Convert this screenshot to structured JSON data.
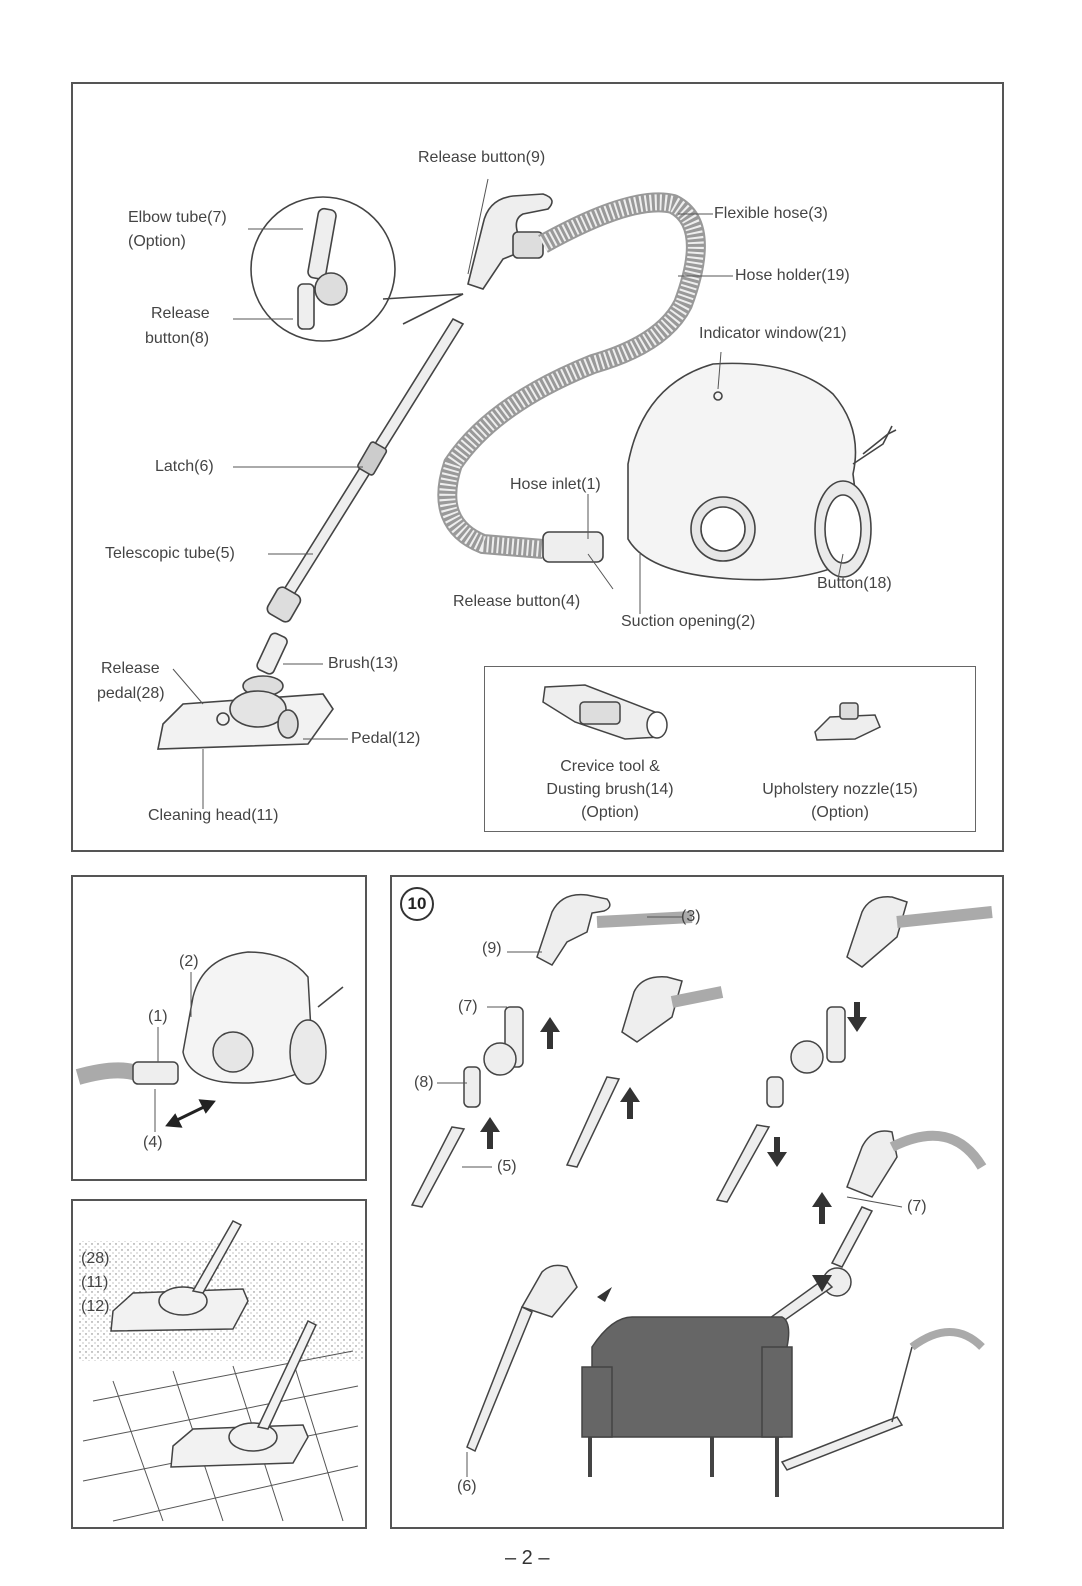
{
  "main_diagram": {
    "labels": {
      "release_button_9": "Release button(9)",
      "flexible_hose": "Flexible hose(3)",
      "elbow_tube": "Elbow tube(7)",
      "elbow_option": "(Option)",
      "hose_holder": "Hose holder(19)",
      "release_8_a": "Release",
      "release_8_b": "button(8)",
      "indicator_window": "Indicator window(21)",
      "latch": "Latch(6)",
      "hose_inlet": "Hose inlet(1)",
      "telescopic_tube": "Telescopic tube(5)",
      "button_18": "Button(18)",
      "release_button_4": "Release button(4)",
      "suction_opening": "Suction opening(2)",
      "release_pedal_a": "Release",
      "release_pedal_b": "pedal(28)",
      "brush": "Brush(13)",
      "pedal": "Pedal(12)",
      "cleaning_head": "Cleaning head(11)"
    },
    "accessories": {
      "crevice_a": "Crevice tool &",
      "crevice_b": "Dusting brush(14)",
      "crevice_c": "(Option)",
      "upholstery_a": "Upholstery nozzle(15)",
      "upholstery_b": "(Option)"
    }
  },
  "hose_panel": {
    "labels": {
      "n2": "(2)",
      "n1": "(1)",
      "n4": "(4)"
    }
  },
  "floor_panel": {
    "labels": {
      "n28": "(28)",
      "n11": "(11)",
      "n12": "(12)"
    }
  },
  "step_panel": {
    "step_number": "10",
    "labels": {
      "n3": "(3)",
      "n9": "(9)",
      "n7a": "(7)",
      "n8": "(8)",
      "n5": "(5)",
      "n7b": "(7)",
      "n6": "(6)"
    }
  },
  "footer": {
    "page_number": "– 2 –"
  }
}
